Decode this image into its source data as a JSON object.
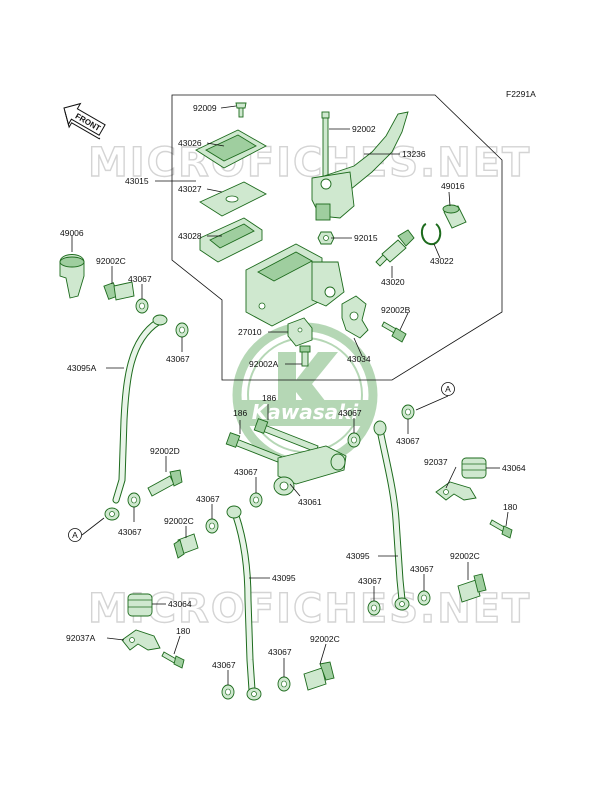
{
  "figure_code": "F2291A",
  "front_label": "FRONT",
  "watermark_text": "MICROFICHES.NET",
  "logo_text": "Kawasaki",
  "colors": {
    "part_stroke": "#1d6b1d",
    "part_fill": "#cfe8cf",
    "watermark": "#d4d4d4",
    "text": "#111111"
  },
  "labels": {
    "p92009": "92009",
    "p43026": "43026",
    "p43015": "43015",
    "p43027": "43027",
    "p43028": "43028",
    "p92002": "92002",
    "p13236": "13236",
    "p49016": "49016",
    "p92015": "92015",
    "p43020": "43020",
    "p43022": "43022",
    "p92002B": "92002B",
    "p27010": "27010",
    "p43034": "43034",
    "p92002A_top": "92002A",
    "p49006": "49006",
    "p92002C_left": "92002C",
    "p43067_a": "43067",
    "p43067_b": "43067",
    "p43095A": "43095A",
    "p186_a": "186",
    "p186_b": "186",
    "p43067_c": "43067",
    "pA_right": "A",
    "p43067_d": "43067",
    "p92002D": "92002D",
    "p43067_e": "43067",
    "p43061": "43061",
    "p92037": "92037",
    "p43064_right": "43064",
    "p43067_f": "43067",
    "pA_left": "A",
    "p43067_g": "43067",
    "p92002C_mid": "92002C",
    "p180_right": "180",
    "p43095_right": "43095",
    "p92002C_right": "92002C",
    "p43095_mid": "43095",
    "p43067_h": "43067",
    "p43067_i": "43067",
    "p43064_left": "43064",
    "p92037A": "92037A",
    "p180_left": "180",
    "p92002C_bottom": "92002C",
    "p43067_j": "43067",
    "p43067_k": "43067"
  }
}
